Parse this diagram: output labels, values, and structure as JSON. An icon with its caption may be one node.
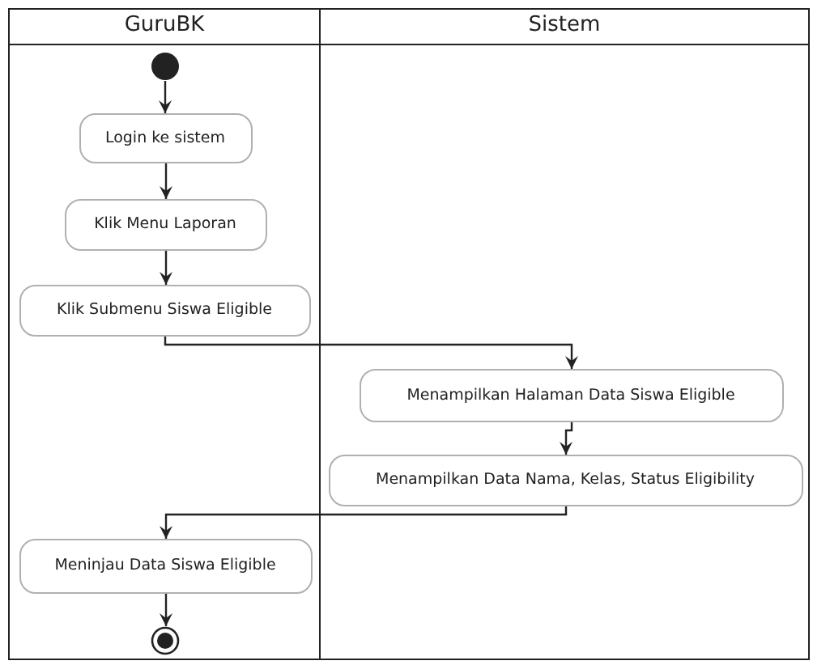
{
  "diagram": {
    "nodes": [
      {
        "text": [
          "GuruBK"
        ]
      },
      {
        "text": [
          "Sistem"
        ]
      },
      {
        "text": [],
        "shape": "circle",
        "in": 0
      },
      {
        "text": [
          "Login ke sistem"
        ],
        "in": 0
      },
      {
        "text": [
          "Klik Menu Laporan"
        ],
        "in": 0
      },
      {
        "text": [
          "Klik Submenu Siswa Eligible"
        ],
        "in": 0
      },
      {
        "text": [
          "Menampilkan Halaman Data Siswa Eligible"
        ],
        "in": 1
      },
      {
        "text": [
          "Menampilkan Data Nama, Kelas, Status Eligibility"
        ],
        "in": 1
      },
      {
        "text": [
          "Meninjau Data Siswa Eligible"
        ],
        "in": 0
      },
      {
        "text": [],
        "shape": "circle",
        "in": 0
      }
    ],
    "edges": [
      {
        "from": 2,
        "to": 3,
        "arrow": "to"
      },
      {
        "from": 3,
        "to": 4,
        "arrow": "to"
      },
      {
        "from": 4,
        "to": 5,
        "arrow": "to"
      },
      {
        "from": 5,
        "to": 6,
        "arrow": "to"
      },
      {
        "from": 6,
        "to": 7,
        "arrow": "to"
      },
      {
        "from": 7,
        "to": 8,
        "arrow": "to"
      },
      {
        "from": 8,
        "to": 9,
        "arrow": "to"
      }
    ]
  }
}
